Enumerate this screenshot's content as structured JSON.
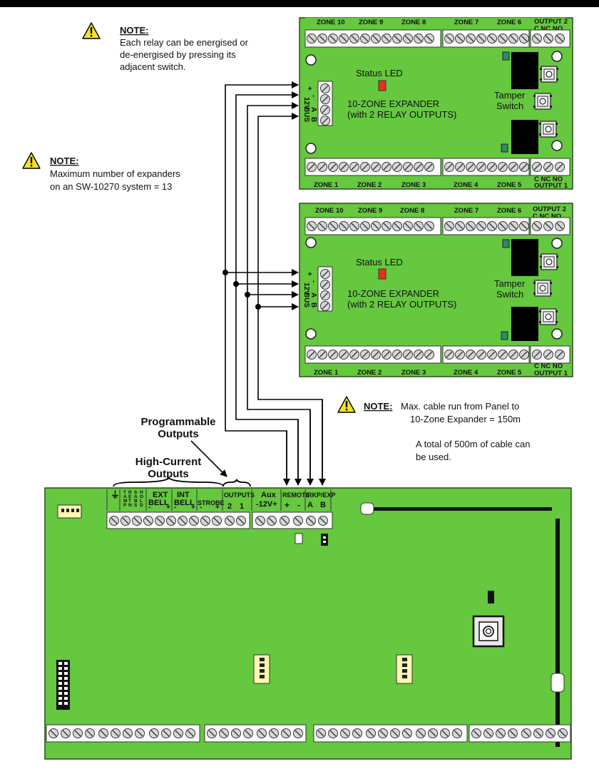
{
  "notes": {
    "relay": {
      "label": "NOTE:",
      "lines": [
        "Each relay can be energised or",
        "de-energised by pressing its",
        "adjacent switch."
      ]
    },
    "max_expanders": {
      "label": "NOTE:",
      "lines": [
        "Maximum number of expanders",
        "on an SW-10270 system = 13"
      ]
    },
    "cable": {
      "label": "NOTE:",
      "lines": [
        "Max. cable run from Panel to",
        "10-Zone Expander = 150m"
      ],
      "extra": [
        "A total of 500m of cable can",
        "be used."
      ]
    }
  },
  "expander": {
    "title_lines": [
      "10-ZONE EXPANDER",
      "(with 2 RELAY OUTPUTS)"
    ],
    "status_led": "Status LED",
    "tamper": [
      "Tamper",
      "Switch"
    ],
    "top_zones": [
      "ZONE 10",
      "ZONE 9",
      "ZONE 8",
      "ZONE 7",
      "ZONE 6"
    ],
    "bottom_zones": [
      "ZONE 1",
      "ZONE 2",
      "ZONE 3",
      "ZONE 4",
      "ZONE 5"
    ],
    "output2": [
      "OUTPUT 2",
      "C  NC NO"
    ],
    "output1": [
      "C  NC NO",
      "OUTPUT 1"
    ],
    "bus": {
      "plus": "+",
      "minus": "-",
      "v12": "12V",
      "a": "A",
      "b": "B",
      "bus": "BUS"
    }
  },
  "panel": {
    "programmable_outputs": [
      "Programmable",
      "Outputs"
    ],
    "high_current_outputs": [
      "High-Current",
      "Outputs"
    ],
    "terminals": {
      "earth": "⏚",
      "tamp": [
        "T",
        "A",
        "M",
        "P"
      ],
      "tamp2": [
        "R",
        "E",
        "T",
        "N"
      ],
      "sabs": [
        "S",
        "A",
        "B",
        "S"
      ],
      "shold": [
        "H",
        "O",
        "L",
        "D"
      ],
      "ext_bell": [
        "EXT",
        "BELL"
      ],
      "int_bell": [
        "INT",
        "BELL"
      ],
      "strobe": "STROBE",
      "outputs": "OUTPUTS",
      "out2": "2",
      "out1": "1",
      "aux": [
        "Aux",
        "-12V+"
      ],
      "remote": "REMOTE",
      "rkp": "RKP/EXP",
      "remote_plus": "+",
      "remote_minus": "-",
      "rkp_a": "A",
      "rkp_b": "B",
      "minus": "-",
      "plus": "+"
    }
  },
  "colors": {
    "board": "#65c83f",
    "note_yellow": "#f5e12a",
    "relay": "#000000",
    "led": "#e8301a",
    "led_green": "#2f8a6b"
  }
}
